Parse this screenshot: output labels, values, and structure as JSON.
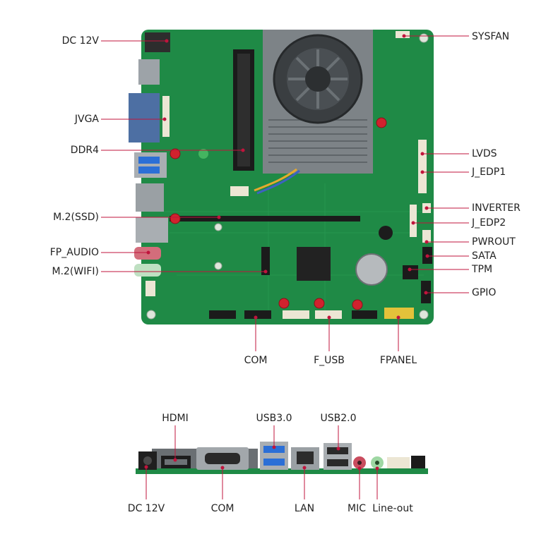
{
  "board_labels": {
    "dc12v": "DC 12V",
    "jvga": "JVGA",
    "ddr4": "DDR4",
    "m2_ssd": "M.2(SSD)",
    "fp_audio": "FP_AUDIO",
    "m2_wifi": "M.2(WIFI)",
    "sysfan": "SYSFAN",
    "lvds": "LVDS",
    "j_edp1": "J_EDP1",
    "inverter": "INVERTER",
    "j_edp2": "J_EDP2",
    "pwrout": "PWROUT",
    "sata": "SATA",
    "tpm": "TPM",
    "gpio": "GPIO",
    "com": "COM",
    "f_usb": "F_USB",
    "fpanel": "FPANEL"
  },
  "io_labels": {
    "hdmi": "HDMI",
    "usb30": "USB3.0",
    "usb20": "USB2.0",
    "dc12v": "DC 12V",
    "com": "COM",
    "lan": "LAN",
    "mic": "MIC",
    "lineout": "Line-out"
  },
  "colors": {
    "leader": "#c0143c",
    "pcb": "#1f8a46",
    "pcb_dark": "#15693a",
    "heatsink": "#7d8387",
    "port_metal": "#a9aeb2",
    "usb3_blue": "#2b6fd6"
  }
}
